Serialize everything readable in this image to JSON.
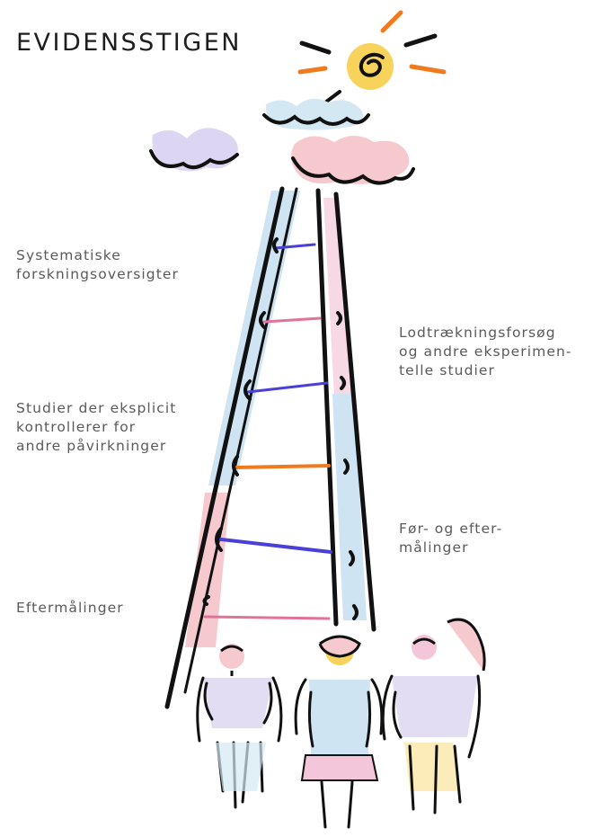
{
  "title": "EVIDENSSTIGEN",
  "labels": {
    "systematic_reviews": "Systematiske\nforskningsoversigter",
    "randomized_trials": "Lodtrækningsforsøg\nog andre eksperimen-\ntelle studier",
    "controlled_studies": "Studier der eksplicit\nkontrollerer for\nandre påvirkninger",
    "before_after": "Før- og efter-\nmålinger",
    "after_measurements": "Eftermålinger"
  },
  "colors": {
    "rail_fill_blue": "#cfe4f2",
    "rail_fill_pink": "#f6c9cf",
    "rung_blue": "#4a3fd8",
    "rung_pink": "#e0739a",
    "rung_orange": "#f07a1e",
    "sun_yellow": "#f7d35c",
    "sun_orange": "#f07a1e",
    "cloud_lilac": "#ddd6f2",
    "ink": "#111111"
  }
}
